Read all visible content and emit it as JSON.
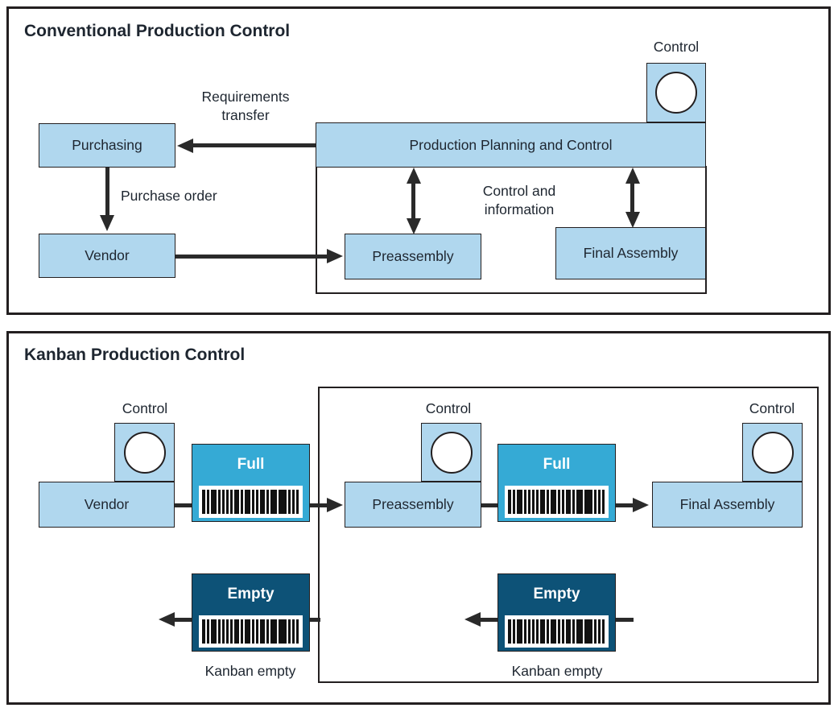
{
  "colors": {
    "box_fill": "#b0d7ee",
    "full_card_fill": "#35aad5",
    "empty_card_fill": "#0d5277",
    "line": "#2a2a2a",
    "border": "#231f20",
    "text": "#1e2630",
    "card_text": "#ffffff"
  },
  "conventional": {
    "title": "Conventional Production Control",
    "control_label": "Control",
    "boxes": {
      "purchasing": "Purchasing",
      "vendor": "Vendor",
      "ppc": "Production Planning and Control",
      "preassembly": "Preassembly",
      "final_assembly": "Final Assembly"
    },
    "labels": {
      "requirements_transfer": "Requirements\ntransfer",
      "purchase_order": "Purchase order",
      "control_information": "Control and\ninformation"
    }
  },
  "kanban": {
    "title": "Kanban Production Control",
    "control_label": "Control",
    "boxes": {
      "vendor": "Vendor",
      "preassembly": "Preassembly",
      "final_assembly": "Final Assembly"
    },
    "cards": {
      "full_label": "Full",
      "empty_label": "Empty"
    },
    "kanban_empty_label": "Kanban empty"
  }
}
